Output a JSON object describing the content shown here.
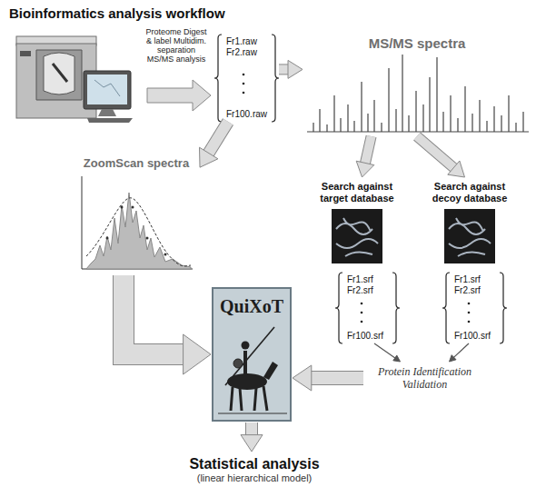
{
  "diagram": {
    "title": "Bioinformatics analysis workflow",
    "nodes": [
      {
        "text": [
          "Fr1.raw",
          "Fr2.raw",
          "Fr100.raw"
        ]
      },
      {
        "text": [
          "MS/MS spectra"
        ]
      },
      {
        "text": [
          "ZoomScan spectra"
        ]
      },
      {
        "text": [
          "Search against target database"
        ]
      },
      {
        "text": [
          "Search against decoy database"
        ]
      },
      {
        "text": [
          "Fr1.srf",
          "Fr2.srf",
          "Fr100.srf"
        ]
      },
      {
        "text": [
          "Fr1.srf",
          "Fr2.srf",
          "Fr100.srf"
        ]
      },
      {
        "text": [
          "Protein Identification Validation"
        ]
      },
      {
        "text": [
          "QuiXoT"
        ]
      },
      {
        "text": [
          "Statistical analysis",
          "(linear hierarchical model)"
        ]
      }
    ],
    "edges": [
      {
        "from": 0,
        "to": 1,
        "arrow": "to"
      },
      {
        "from": 0,
        "to": 2,
        "arrow": "to"
      },
      {
        "from": 1,
        "to": 3,
        "arrow": "to"
      },
      {
        "from": 1,
        "to": 4,
        "arrow": "to"
      },
      {
        "from": 5,
        "to": 7,
        "arrow": "to"
      },
      {
        "from": 6,
        "to": 7,
        "arrow": "to"
      },
      {
        "from": 2,
        "to": 8,
        "arrow": "to"
      },
      {
        "from": 7,
        "to": 8,
        "arrow": "to"
      },
      {
        "from": 8,
        "to": 9,
        "arrow": "to"
      }
    ],
    "labels": [
      "Proteome Digest & label Multidim. separation MS/MS analysis"
    ]
  }
}
